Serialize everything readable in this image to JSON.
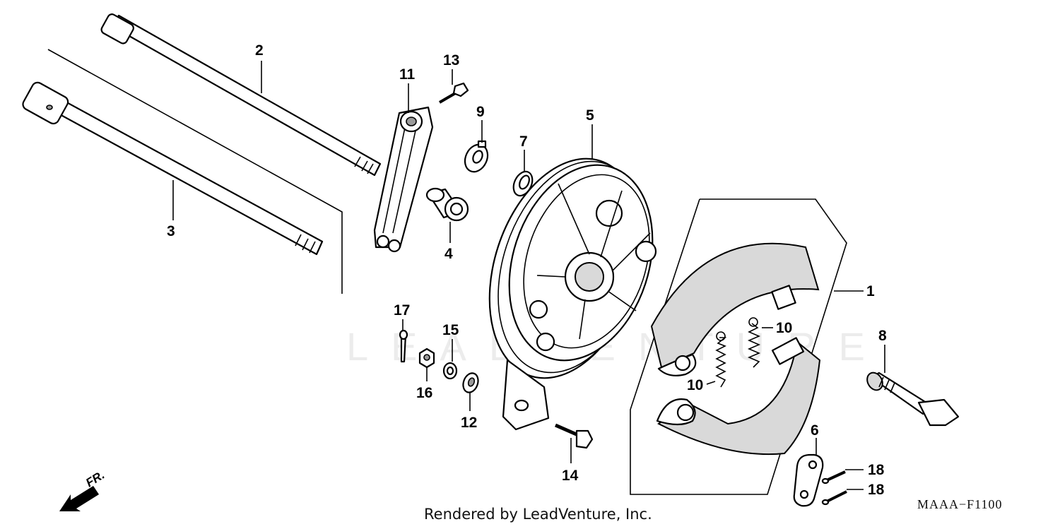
{
  "callouts": {
    "c1": "1",
    "c2": "2",
    "c3": "3",
    "c4": "4",
    "c5": "5",
    "c6": "6",
    "c7": "7",
    "c8": "8",
    "c9": "9",
    "c10a": "10",
    "c10b": "10",
    "c11": "11",
    "c12": "12",
    "c13": "13",
    "c14": "14",
    "c15": "15",
    "c16": "16",
    "c17": "17",
    "c18a": "18",
    "c18b": "18"
  },
  "watermark": "LEADVENTURE",
  "direction": {
    "label": "FR.",
    "icon": "front-arrow-icon"
  },
  "footer": {
    "caption": "Rendered by LeadVenture, Inc.",
    "diagram_code": "MAAA−F1100"
  }
}
